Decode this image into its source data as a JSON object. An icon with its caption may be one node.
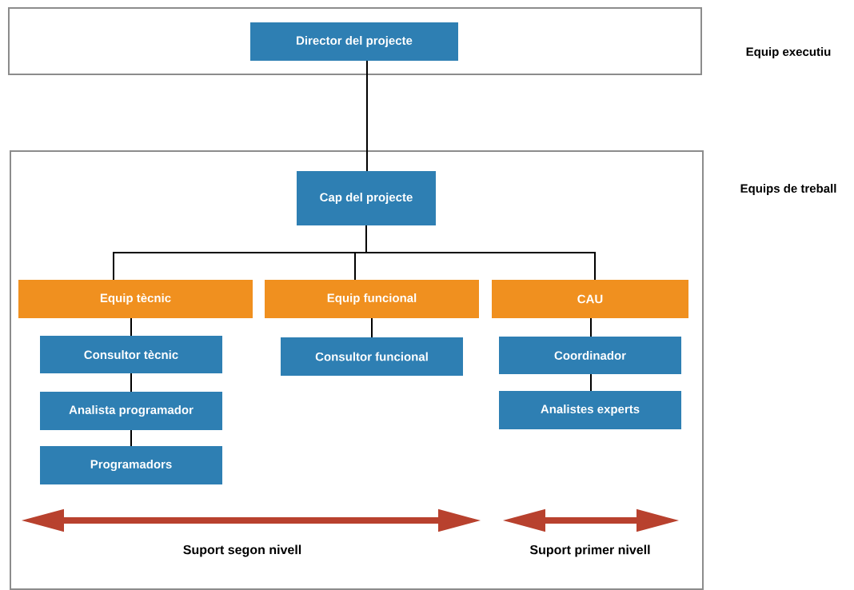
{
  "diagram": {
    "nodes": [
      {
        "text": [
          "Equip executiu"
        ]
      },
      {
        "text": [
          "Director del projecte"
        ],
        "in": 0
      },
      {
        "text": [
          "Equips de treball"
        ]
      },
      {
        "text": [
          "Cap del projecte"
        ],
        "in": 2
      },
      {
        "text": [
          "Equip tècnic"
        ],
        "in": 2
      },
      {
        "text": [
          "Equip funcional"
        ],
        "in": 2
      },
      {
        "text": [
          "CAU"
        ],
        "in": 2
      },
      {
        "text": [
          "Consultor tècnic"
        ],
        "in": 2
      },
      {
        "text": [
          "Analista programador"
        ],
        "in": 2
      },
      {
        "text": [
          "Programadors"
        ],
        "in": 2
      },
      {
        "text": [
          "Consultor funcional"
        ],
        "in": 2
      },
      {
        "text": [
          "Coordinador"
        ],
        "in": 2
      },
      {
        "text": [
          "Analistes experts"
        ],
        "in": 2
      }
    ],
    "edges": [
      {
        "from": 1,
        "to": 3,
        "arrow": "none"
      },
      {
        "from": 3,
        "to": 4,
        "arrow": "none"
      },
      {
        "from": 3,
        "to": 5,
        "arrow": "none"
      },
      {
        "from": 3,
        "to": 6,
        "arrow": "none"
      },
      {
        "from": 4,
        "to": 7,
        "arrow": "none"
      },
      {
        "from": 7,
        "to": 8,
        "arrow": "none"
      },
      {
        "from": 8,
        "to": 9,
        "arrow": "none"
      },
      {
        "from": 5,
        "to": 10,
        "arrow": "none"
      },
      {
        "from": 6,
        "to": 11,
        "arrow": "none"
      },
      {
        "from": 11,
        "to": 12,
        "arrow": "none"
      }
    ],
    "labels": [
      "Suport segon nivell",
      "Suport primer nivell"
    ]
  }
}
